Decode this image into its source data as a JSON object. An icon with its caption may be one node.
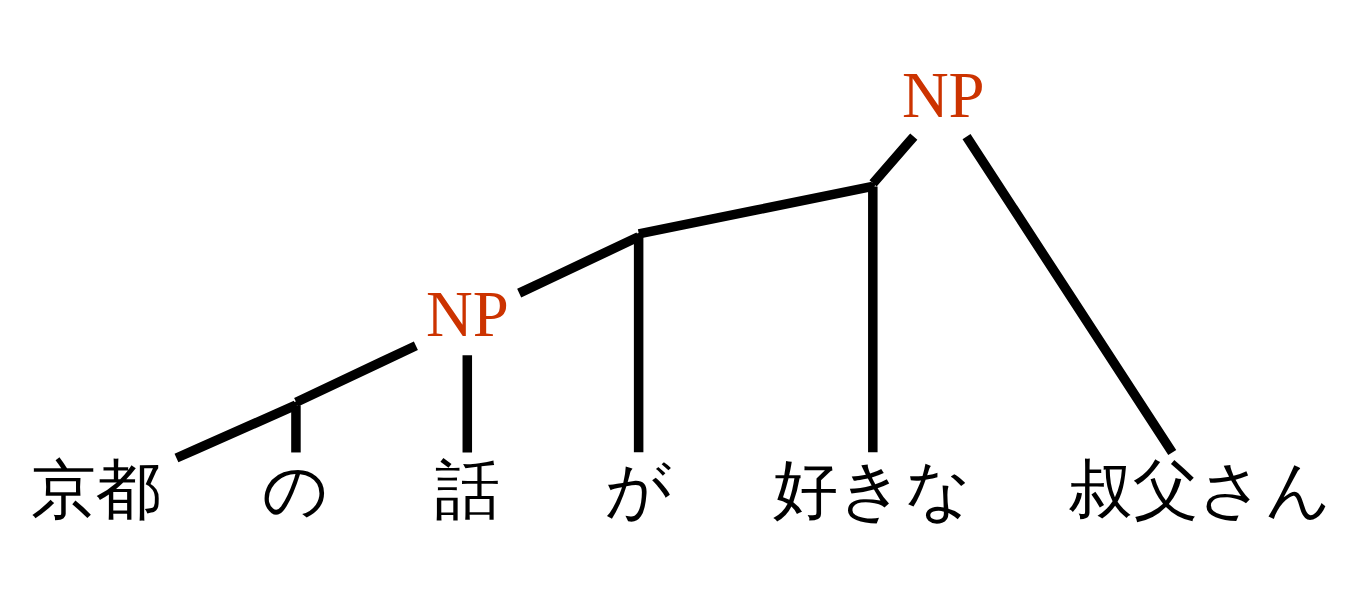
{
  "diagram": {
    "nodes": [
      {
        "text": [
          "NP"
        ]
      },
      {
        "text": [],
        "shape": "point"
      },
      {
        "text": [],
        "shape": "point"
      },
      {
        "text": [
          "NP"
        ]
      },
      {
        "text": [],
        "shape": "point"
      },
      {
        "text": [
          "京都"
        ]
      },
      {
        "text": [
          "の"
        ]
      },
      {
        "text": [
          "話"
        ]
      },
      {
        "text": [
          "が"
        ]
      },
      {
        "text": [
          "好きな"
        ]
      },
      {
        "text": [
          "叔父さん"
        ]
      }
    ],
    "edges": [
      {
        "from": 0,
        "to": 1,
        "arrow": "none"
      },
      {
        "from": 0,
        "to": 10,
        "arrow": "none"
      },
      {
        "from": 1,
        "to": 2,
        "arrow": "none"
      },
      {
        "from": 1,
        "to": 9,
        "arrow": "none"
      },
      {
        "from": 2,
        "to": 3,
        "arrow": "none"
      },
      {
        "from": 2,
        "to": 8,
        "arrow": "none"
      },
      {
        "from": 3,
        "to": 4,
        "arrow": "none"
      },
      {
        "from": 3,
        "to": 7,
        "arrow": "none"
      },
      {
        "from": 4,
        "to": 5,
        "arrow": "none"
      },
      {
        "from": 4,
        "to": 6,
        "arrow": "none"
      }
    ]
  }
}
